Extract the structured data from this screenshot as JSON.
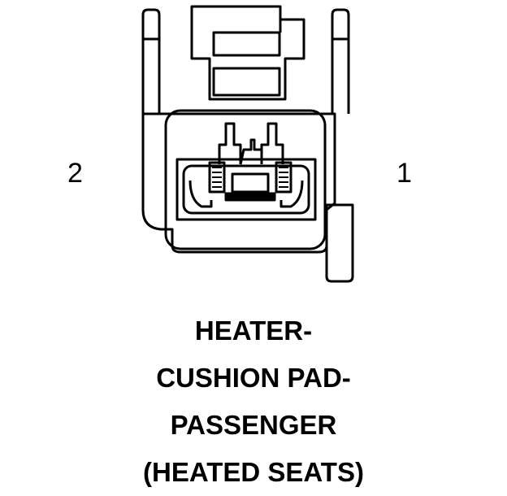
{
  "connector": {
    "pins": [
      {
        "number": "2"
      },
      {
        "number": "1"
      }
    ],
    "caption_lines": [
      "HEATER-",
      "CUSHION PAD-",
      "PASSENGER",
      "(HEATED SEATS)"
    ]
  },
  "colors": {
    "line": "#000000",
    "background": "#ffffff"
  }
}
